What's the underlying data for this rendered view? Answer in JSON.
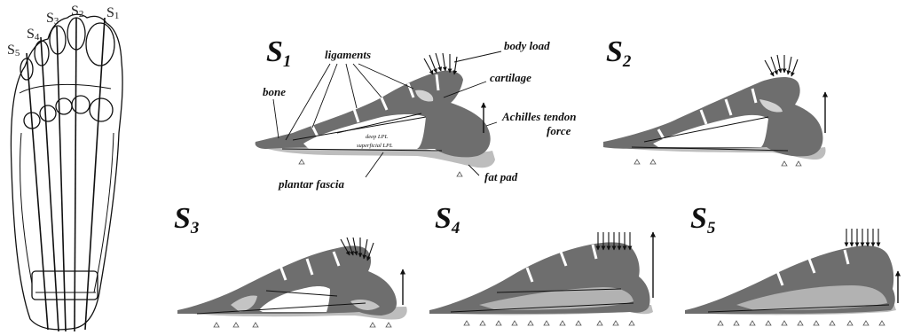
{
  "outline_section_labels": [
    {
      "base": "S",
      "sub": "5"
    },
    {
      "base": "S",
      "sub": "4"
    },
    {
      "base": "S",
      "sub": "3"
    },
    {
      "base": "S",
      "sub": "2"
    },
    {
      "base": "S",
      "sub": "1"
    }
  ],
  "panels": [
    {
      "base": "S",
      "sub": "1"
    },
    {
      "base": "S",
      "sub": "2"
    },
    {
      "base": "S",
      "sub": "3"
    },
    {
      "base": "S",
      "sub": "4"
    },
    {
      "base": "S",
      "sub": "5"
    }
  ],
  "annotations": {
    "ligaments": "ligaments",
    "body_load": "body load",
    "bone": "bone",
    "cartilage": "cartilage",
    "achilles_line1": "Achilles tendon",
    "achilles_line2": "force",
    "deep_lpl": "deep LPL",
    "superficial_lpl": "superficial LPL",
    "plantar_fascia": "plantar fascia",
    "fat_pad": "fat pad"
  },
  "colors": {
    "bone": "#6e6e6e",
    "cartilage": "#d2d2d2",
    "fat_pad": "#bdbdbd",
    "ink": "#111111"
  }
}
